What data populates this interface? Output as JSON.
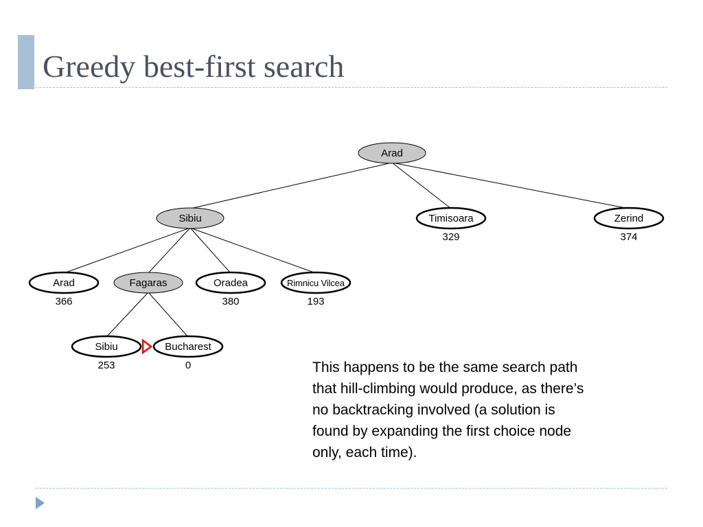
{
  "slide": {
    "title": "Greedy best-first search",
    "note_lines": [
      "This  happens to be the same search path",
      "that hill-climbing would produce, as there’s",
      "no backtracking involved (a solution is",
      "found by expanding the first choice node",
      "only, each time)."
    ]
  },
  "colors": {
    "title_text": "#4a5262",
    "accent_bar": "#a9bfd8",
    "rule": "#a9bfd8",
    "bullet": "#7fa1c8",
    "expanded_node_fill": "#c8c8c8",
    "node_fill": "#ffffff",
    "node_stroke": "#000000",
    "goal_marker": "#ff0000"
  },
  "tree": {
    "nodes": [
      {
        "id": "n-arad-root",
        "label": "Arad",
        "h": "",
        "expanded": true
      },
      {
        "id": "n-sibiu",
        "label": "Sibiu",
        "h": "",
        "expanded": true
      },
      {
        "id": "n-timisoara",
        "label": "Timisoara",
        "h": "329",
        "expanded": false
      },
      {
        "id": "n-zerind",
        "label": "Zerind",
        "h": "374",
        "expanded": false
      },
      {
        "id": "n-arad-2",
        "label": "Arad",
        "h": "366",
        "expanded": false
      },
      {
        "id": "n-fagaras",
        "label": "Fagaras",
        "h": "",
        "expanded": true
      },
      {
        "id": "n-oradea",
        "label": "Oradea",
        "h": "380",
        "expanded": false
      },
      {
        "id": "n-rimnicu",
        "label": "Rimnicu Vilcea",
        "h": "193",
        "expanded": false
      },
      {
        "id": "n-sibiu-2",
        "label": "Sibiu",
        "h": "253",
        "expanded": false
      },
      {
        "id": "n-bucharest",
        "label": "Bucharest",
        "h": "0",
        "expanded": false
      }
    ],
    "edges": [
      [
        "n-arad-root",
        "n-sibiu"
      ],
      [
        "n-arad-root",
        "n-timisoara"
      ],
      [
        "n-arad-root",
        "n-zerind"
      ],
      [
        "n-sibiu",
        "n-arad-2"
      ],
      [
        "n-sibiu",
        "n-fagaras"
      ],
      [
        "n-sibiu",
        "n-oradea"
      ],
      [
        "n-sibiu",
        "n-rimnicu"
      ],
      [
        "n-fagaras",
        "n-sibiu-2"
      ],
      [
        "n-fagaras",
        "n-bucharest"
      ]
    ],
    "goal_marker_next_to": "n-bucharest"
  }
}
